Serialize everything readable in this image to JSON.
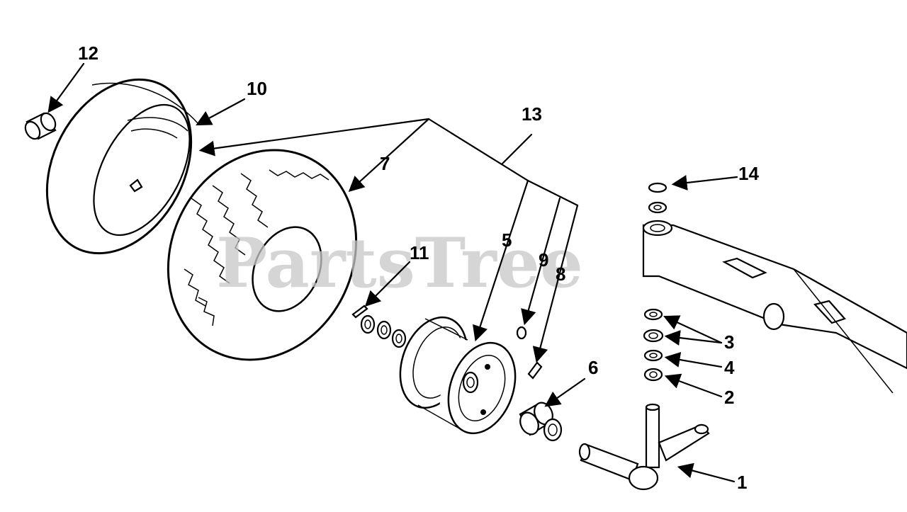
{
  "watermark": "PartsTree",
  "callouts": {
    "c1": "1",
    "c2": "2",
    "c3": "3",
    "c4": "4",
    "c5": "5",
    "c6": "6",
    "c7": "7",
    "c8": "8",
    "c9": "9",
    "c10": "10",
    "c11": "11",
    "c12": "12",
    "c13": "13",
    "c14": "14"
  }
}
